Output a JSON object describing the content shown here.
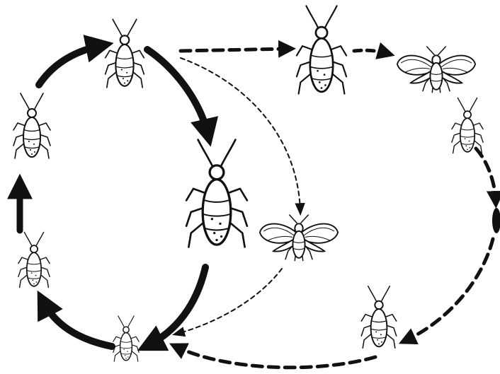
{
  "diagram": {
    "colors": {
      "ink": "#111111",
      "background": "#ffffff"
    },
    "nodes": [
      {
        "id": "top-adult",
        "icon": "wingless-aphid-icon"
      },
      {
        "id": "left-upper-nymph",
        "icon": "nymph-aphid-icon"
      },
      {
        "id": "left-lower-nymph",
        "icon": "nymph-aphid-icon"
      },
      {
        "id": "bottom-nymph",
        "icon": "nymph-aphid-icon"
      },
      {
        "id": "large-adult",
        "icon": "wingless-aphid-icon"
      },
      {
        "id": "center-winged",
        "icon": "winged-aphid-icon"
      },
      {
        "id": "top-right-wingless",
        "icon": "wingless-aphid-icon"
      },
      {
        "id": "far-right-winged",
        "icon": "winged-aphid-icon"
      },
      {
        "id": "far-right-small",
        "icon": "nymph-aphid-icon"
      },
      {
        "id": "egg",
        "icon": "egg-icon"
      },
      {
        "id": "bottom-right-nymph",
        "icon": "nymph-aphid-icon"
      }
    ],
    "arrows": [
      {
        "from": "top-adult",
        "to": "large-adult",
        "style": "solid"
      },
      {
        "from": "large-adult",
        "to": "bottom-nymph",
        "style": "solid"
      },
      {
        "from": "bottom-nymph",
        "to": "left-lower-nymph",
        "style": "solid"
      },
      {
        "from": "left-lower-nymph",
        "to": "left-upper-nymph",
        "style": "solid"
      },
      {
        "from": "left-upper-nymph",
        "to": "top-adult",
        "style": "solid"
      },
      {
        "from": "top-adult",
        "to": "top-right-wingless",
        "style": "dashed"
      },
      {
        "from": "top-right-wingless",
        "to": "far-right-winged",
        "style": "dashed"
      },
      {
        "from": "far-right-small",
        "to": "egg",
        "style": "dashed"
      },
      {
        "from": "egg",
        "to": "bottom-right-nymph",
        "style": "dashed"
      },
      {
        "from": "bottom-right-nymph",
        "to": "bottom-nymph",
        "style": "dashed"
      },
      {
        "from": "top-adult",
        "to": "center-winged",
        "style": "thin-dashed"
      },
      {
        "from": "center-winged",
        "to": "bottom-nymph",
        "style": "thin-dashed"
      }
    ]
  }
}
